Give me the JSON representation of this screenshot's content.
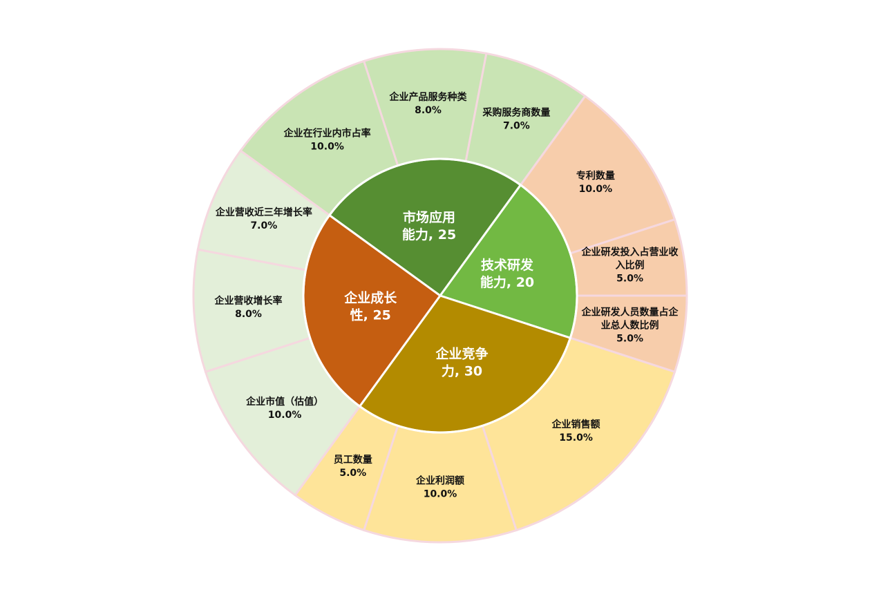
{
  "chart_data": {
    "type": "sunburst",
    "title": "",
    "start_angle_deg": -54,
    "total": 100,
    "inner": [
      {
        "name": "市场应用能力",
        "value": 25,
        "color": "#568e32",
        "outer_color": "#c9e4b4",
        "children": [
          {
            "name": "企业在行业内市占率",
            "value": 10,
            "label": "10.0%"
          },
          {
            "name": "企业产品服务种类",
            "value": 8,
            "label": "8.0%"
          },
          {
            "name": "采购服务商数量",
            "value": 7,
            "label": "7.0%"
          }
        ]
      },
      {
        "name": "技术研发能力",
        "value": 20,
        "color": "#72b943",
        "outer_color": "#f7cdab",
        "children": [
          {
            "name": "专利数量",
            "value": 10,
            "label": "10.0%"
          },
          {
            "name": "企业研发投入占营业收入比例",
            "value": 5,
            "label": "5.0%"
          },
          {
            "name": "企业研发人员数量占企业总人数比例",
            "value": 5,
            "label": "5.0%"
          }
        ]
      },
      {
        "name": "企业竞争力",
        "value": 30,
        "color": "#b38b00",
        "outer_color": "#fee499",
        "children": [
          {
            "name": "企业销售额",
            "value": 15,
            "label": "15.0%"
          },
          {
            "name": "企业利润额",
            "value": 10,
            "label": "10.0%"
          },
          {
            "name": "员工数量",
            "value": 5,
            "label": "5.0%"
          }
        ]
      },
      {
        "name": "企业成长性",
        "value": 25,
        "color": "#c55e11",
        "outer_color": "#e3efd9",
        "children": [
          {
            "name": "企业市值（估值）",
            "value": 10,
            "label": "10.0%"
          },
          {
            "name": "企业营收增长率",
            "value": 8,
            "label": "8.0%"
          },
          {
            "name": "企业营收近三年增长率",
            "value": 7,
            "label": "7.0%"
          }
        ]
      }
    ],
    "outer_border_color": "#f5d8df",
    "inner_border_color": "#ffffff"
  }
}
